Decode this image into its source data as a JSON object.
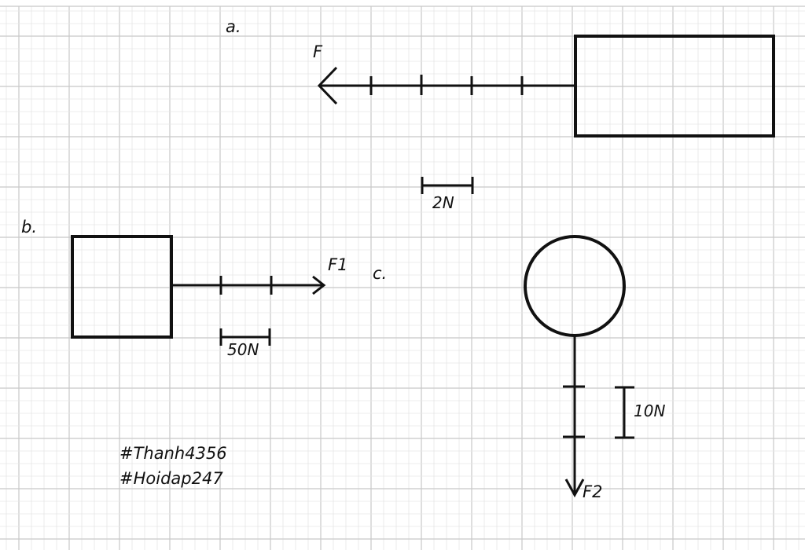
{
  "colors": {
    "ink": "#111111",
    "grid_major": "#c8c8c8",
    "grid_minor": "#e6e6e6",
    "background": "#ffffff"
  },
  "part_a": {
    "label": "a.",
    "force_label": "F",
    "scale_label": "2N"
  },
  "part_b": {
    "label": "b.",
    "force_label": "F1",
    "scale_label": "50N"
  },
  "part_c": {
    "label": "c.",
    "force_label": "F2",
    "scale_label": "10N"
  },
  "hashtags": [
    "#Thanh4356",
    "#Hoidap247"
  ]
}
